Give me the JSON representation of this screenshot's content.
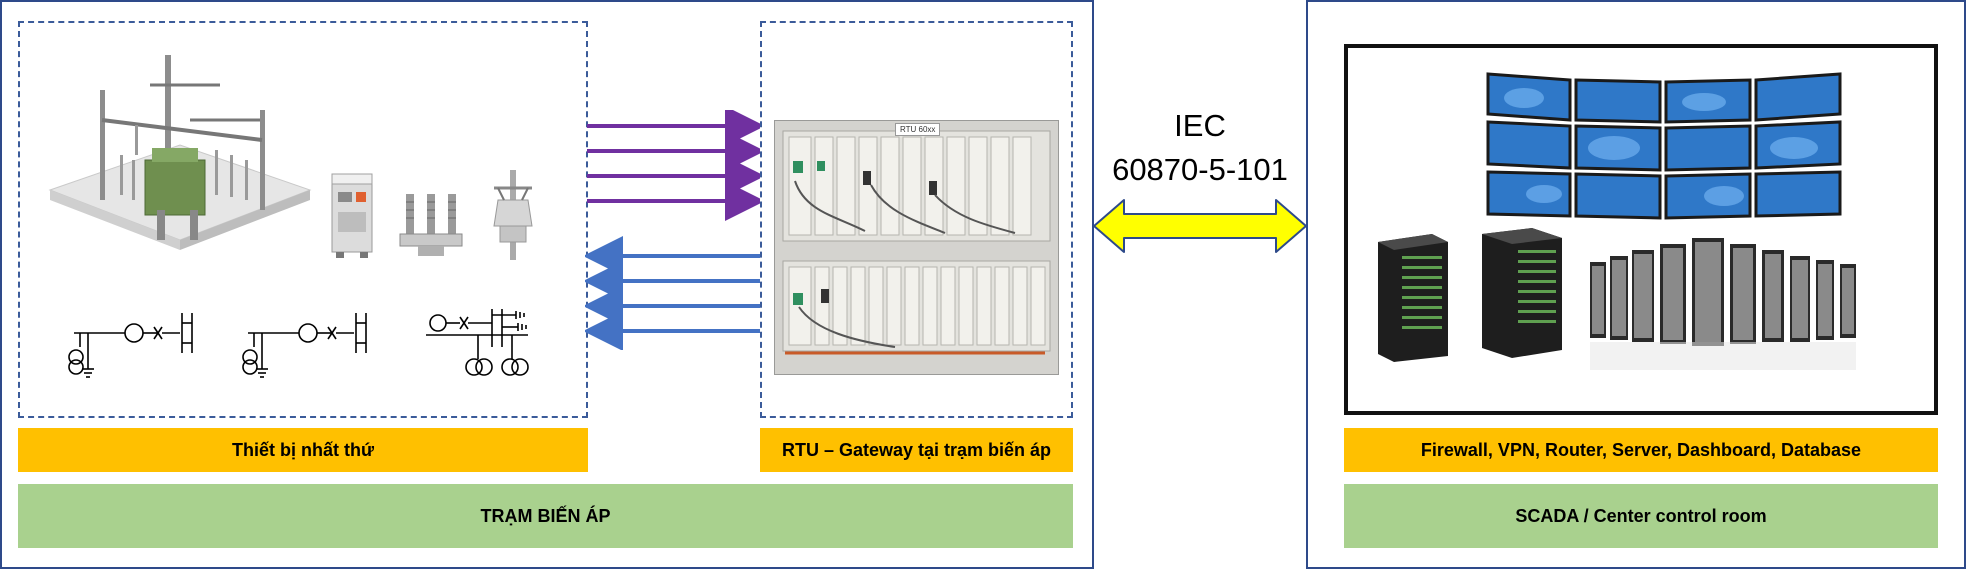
{
  "substation": {
    "primary_equipment_label": "Thiết bị nhất thứ",
    "rtu_label": "RTU – Gateway tại trạm biến áp",
    "rtu_plate_text": "RTU 60xx",
    "station_label": "TRẠM BIẾN ÁP"
  },
  "protocol": {
    "line1": "IEC",
    "line2": "60870-5-101"
  },
  "control_center": {
    "components_label": "Firewall, VPN, Router, Server, Dashboard, Database",
    "room_label": "SCADA / Center control room"
  },
  "colors": {
    "panel_border": "#2e4a8a",
    "label_orange": "#ffc000",
    "label_green": "#a9d18e",
    "uplink_arrow": "#7030a0",
    "downlink_arrow": "#4472c4",
    "protocol_arrow_fill": "#ffff00",
    "protocol_arrow_stroke": "#2e4a8a"
  },
  "icons": {
    "primary_equipment": [
      "substation-yard-icon",
      "circuit-breaker-cabinet-icon",
      "disconnector-icon",
      "pole-recloser-icon"
    ],
    "single_line_diagrams": [
      "sld-feeder-1-icon",
      "sld-feeder-2-icon",
      "sld-feeder-3-icon"
    ],
    "control_center": [
      "video-wall-icon",
      "server-racks-icon",
      "server-farm-icon"
    ]
  }
}
